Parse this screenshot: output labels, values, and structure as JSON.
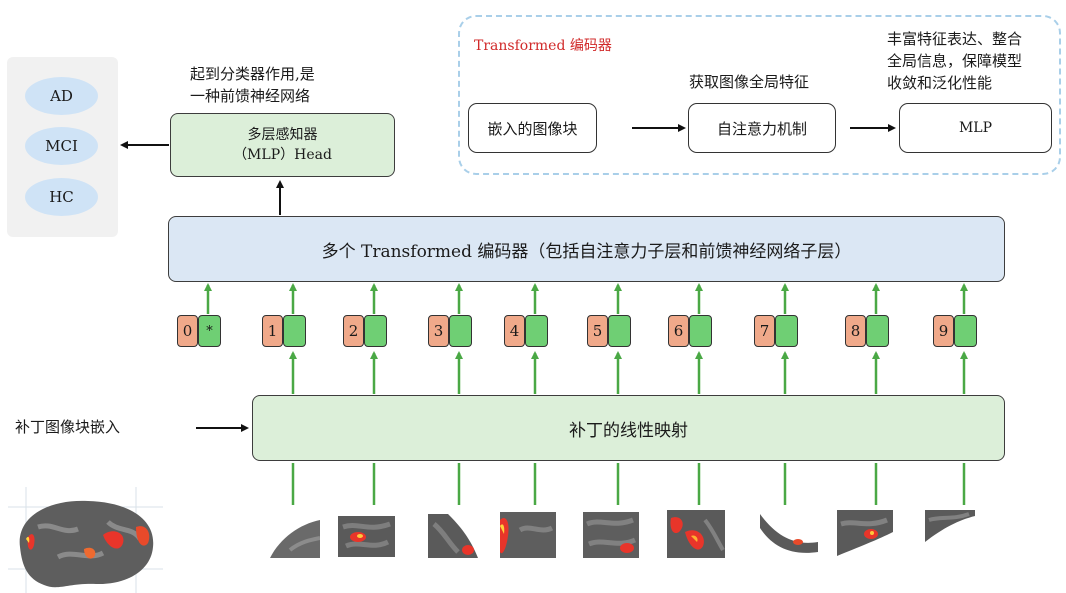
{
  "classes": [
    "AD",
    "MCI",
    "HC"
  ],
  "mlp_head": {
    "line1": "多层感知器",
    "line2": "（MLP）Head"
  },
  "classifier_note": {
    "line1": "起到分类器作用,是",
    "line2": "一种前馈神经网络"
  },
  "encoder_block": {
    "title": "Transformed 编码器",
    "embed_label": "嵌入的图像块",
    "attention_label": "自注意力机制",
    "mlp_label": "MLP",
    "attention_note": "获取图像全局特征",
    "mlp_note": {
      "line1": "丰富特征表达、整合",
      "line2": "全局信息，保障模型",
      "line3": "收敛和泛化性能"
    }
  },
  "encoders_label": "多个 Transformed 编码器（包括自注意力子层和前馈神经网络子层）",
  "tokens": [
    "0",
    "1",
    "2",
    "3",
    "4",
    "5",
    "6",
    "7",
    "8",
    "9"
  ],
  "class_token_mark": "*",
  "patch_embed_label": "补丁图像块嵌入",
  "linear_proj_label": "补丁的线性映射",
  "colors": {
    "green_box": "#dcefd9",
    "blue_box": "#dbe7f4",
    "token_orange": "#f0a98a",
    "token_green": "#6fcf74",
    "arrow_green": "#4aa845",
    "title_red": "#d12a2a",
    "oval_blue": "#cfe3f6"
  }
}
